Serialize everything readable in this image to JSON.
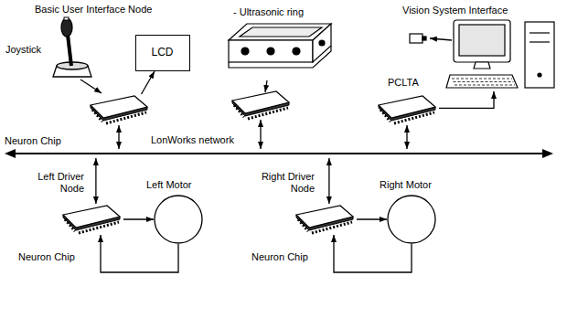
{
  "diagram": {
    "nodes": [
      {
        "text": [
          "Neuron Chip"
        ]
      },
      {
        "text": [
          "LCD"
        ]
      },
      {
        "text": [
          "LonWorks network"
        ]
      },
      {
        "text": [
          "PCLTA"
        ]
      },
      {
        "text": [
          "Vision System Interface"
        ]
      },
      {
        "text": [
          "Left Driver Node",
          "Neuron Chip"
        ]
      },
      {
        "text": [
          "Left Motor"
        ]
      },
      {
        "text": [
          "Right Driver Node",
          "Neuron Chip"
        ]
      },
      {
        "text": [
          "Right Motor"
        ]
      },
      {
        "text": [
          "- Ultrasonic ring"
        ]
      }
    ],
    "edges": [
      {
        "from": 0,
        "to": 1,
        "arrow": "to"
      },
      {
        "from": 0,
        "to": 2,
        "arrow": "both"
      },
      {
        "from": 3,
        "to": 2,
        "arrow": "both"
      },
      {
        "from": 3,
        "to": 4,
        "arrow": "to"
      },
      {
        "from": 5,
        "to": 2,
        "arrow": "both"
      },
      {
        "from": 5,
        "to": 6,
        "arrow": "to"
      },
      {
        "from": 6,
        "to": 5,
        "arrow": "to"
      },
      {
        "from": 7,
        "to": 2,
        "arrow": "both"
      },
      {
        "from": 7,
        "to": 8,
        "arrow": "to"
      },
      {
        "from": 8,
        "to": 7,
        "arrow": "to"
      }
    ],
    "labels": [
      "Basic User Interface Node",
      "Joystick"
    ]
  }
}
